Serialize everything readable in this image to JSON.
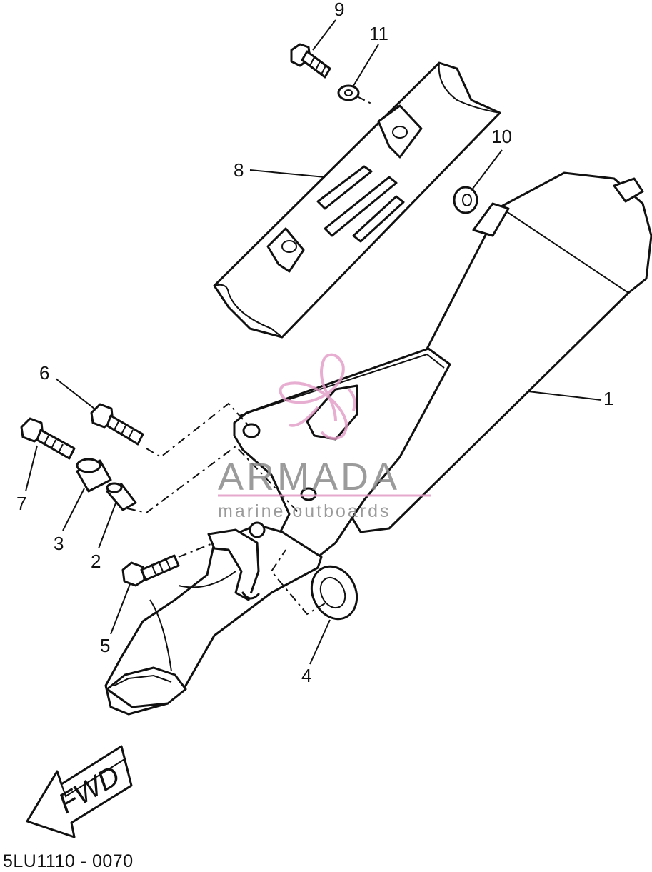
{
  "diagram": {
    "code": "5LU1110 - 0070",
    "direction_label": "FWD",
    "watermark": {
      "name": "ARMADA",
      "tagline": "marine outboards",
      "colors": {
        "text": "#8a8a8a",
        "accent": "#e29bc6"
      }
    },
    "callouts": [
      "1",
      "2",
      "3",
      "4",
      "5",
      "6",
      "7",
      "8",
      "9",
      "10",
      "11"
    ]
  }
}
